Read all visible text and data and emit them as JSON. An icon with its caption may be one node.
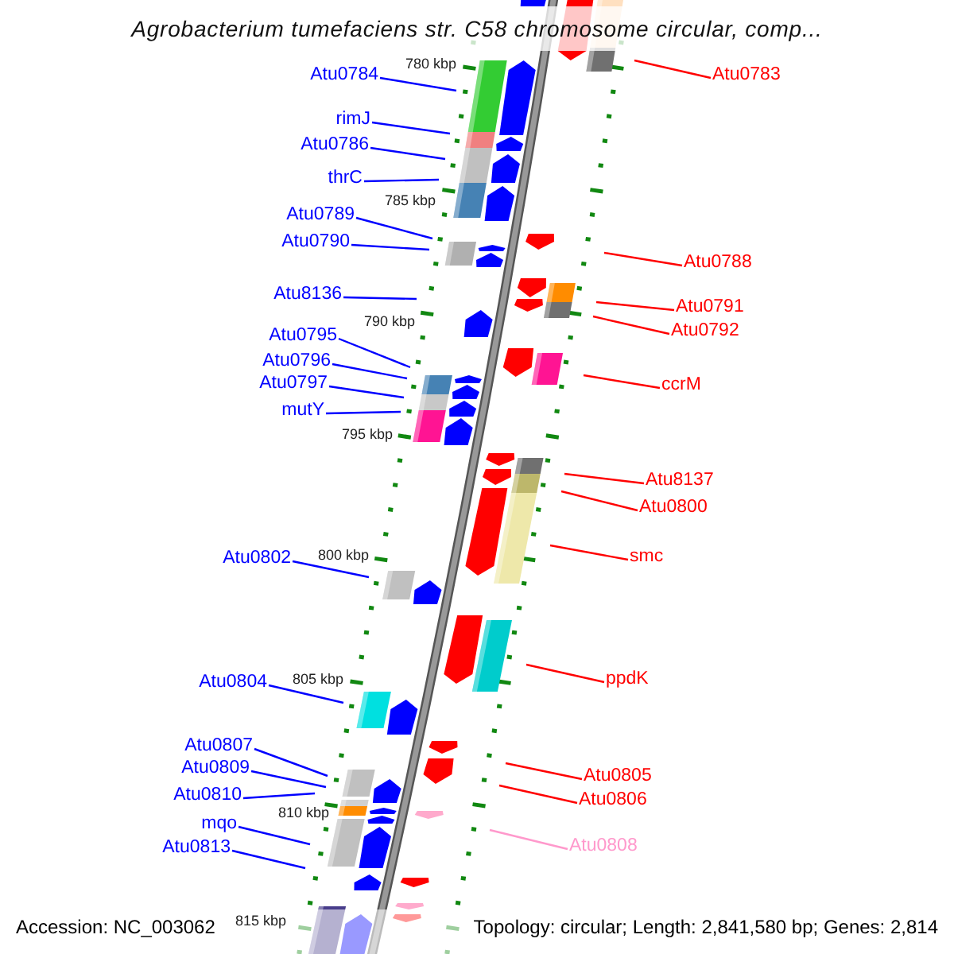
{
  "diagram": {
    "title": "Agrobacterium tumefaciens str. C58 chromosome circular, comp...",
    "nodes": [
      {
        "text": [
          "Atu0784"
        ]
      },
      {
        "text": [
          "rimJ"
        ]
      },
      {
        "text": [
          "Atu0786"
        ]
      },
      {
        "text": [
          "thrC"
        ]
      },
      {
        "text": [
          "Atu0789"
        ]
      },
      {
        "text": [
          "Atu0790"
        ]
      },
      {
        "text": [
          "Atu8136"
        ]
      },
      {
        "text": [
          "Atu0795"
        ]
      },
      {
        "text": [
          "Atu0796"
        ]
      },
      {
        "text": [
          "Atu0797"
        ]
      },
      {
        "text": [
          "mutY"
        ]
      },
      {
        "text": [
          "Atu0802"
        ]
      },
      {
        "text": [
          "Atu0804"
        ]
      },
      {
        "text": [
          "Atu0807"
        ]
      },
      {
        "text": [
          "Atu0809"
        ]
      },
      {
        "text": [
          "Atu0810"
        ]
      },
      {
        "text": [
          "mqo"
        ]
      },
      {
        "text": [
          "Atu0813"
        ]
      },
      {
        "text": [
          "Atu0783"
        ]
      },
      {
        "text": [
          "Atu0788"
        ]
      },
      {
        "text": [
          "Atu0791"
        ]
      },
      {
        "text": [
          "Atu0792"
        ]
      },
      {
        "text": [
          "ccrM"
        ]
      },
      {
        "text": [
          "Atu8137"
        ]
      },
      {
        "text": [
          "Atu0800"
        ]
      },
      {
        "text": [
          "smc"
        ]
      },
      {
        "text": [
          "ppdK"
        ]
      },
      {
        "text": [
          "Atu0805"
        ]
      },
      {
        "text": [
          "Atu0806"
        ]
      },
      {
        "text": [
          "Atu0808"
        ]
      }
    ],
    "edges": [
      {
        "from": 0,
        "to": null,
        "arrow": "none"
      },
      {
        "from": 1,
        "to": null,
        "arrow": "none"
      },
      {
        "from": 2,
        "to": null,
        "arrow": "none"
      },
      {
        "from": 3,
        "to": null,
        "arrow": "none"
      },
      {
        "from": 4,
        "to": null,
        "arrow": "none"
      },
      {
        "from": 5,
        "to": null,
        "arrow": "none"
      },
      {
        "from": 6,
        "to": null,
        "arrow": "none"
      },
      {
        "from": 7,
        "to": null,
        "arrow": "none"
      },
      {
        "from": 8,
        "to": null,
        "arrow": "none"
      },
      {
        "from": 9,
        "to": null,
        "arrow": "none"
      },
      {
        "from": 10,
        "to": null,
        "arrow": "none"
      },
      {
        "from": 11,
        "to": null,
        "arrow": "none"
      },
      {
        "from": 12,
        "to": null,
        "arrow": "none"
      },
      {
        "from": 13,
        "to": null,
        "arrow": "none"
      },
      {
        "from": 14,
        "to": null,
        "arrow": "none"
      },
      {
        "from": 15,
        "to": null,
        "arrow": "none"
      },
      {
        "from": 16,
        "to": null,
        "arrow": "none"
      },
      {
        "from": 17,
        "to": null,
        "arrow": "none"
      },
      {
        "from": 18,
        "to": null,
        "arrow": "none",
        "color": "#ff0000"
      },
      {
        "from": 19,
        "to": null,
        "arrow": "none",
        "color": "#ff0000"
      },
      {
        "from": 20,
        "to": null,
        "arrow": "none",
        "color": "#ff0000"
      },
      {
        "from": 21,
        "to": null,
        "arrow": "none",
        "color": "#ff0000"
      },
      {
        "from": 22,
        "to": null,
        "arrow": "none",
        "color": "#ff0000"
      },
      {
        "from": 23,
        "to": null,
        "arrow": "none",
        "color": "#ff0000"
      },
      {
        "from": 24,
        "to": null,
        "arrow": "none",
        "color": "#ff0000"
      },
      {
        "from": 25,
        "to": null,
        "arrow": "none",
        "color": "#ff0000"
      },
      {
        "from": 26,
        "to": null,
        "arrow": "none",
        "color": "#ff0000"
      },
      {
        "from": 27,
        "to": null,
        "arrow": "none",
        "color": "#ff0000"
      },
      {
        "from": 28,
        "to": null,
        "arrow": "none",
        "color": "#ff0000"
      },
      {
        "from": 29,
        "to": null,
        "arrow": "none",
        "color": "#ff99cc"
      }
    ],
    "labels": [
      "780 kbp",
      "785 kbp",
      "790 kbp",
      "795 kbp",
      "800 kbp",
      "805 kbp",
      "810 kbp",
      "815 kbp",
      "Accession: NC_003062",
      "Topology: circular; Length: 2,841,580 bp; Genes: 2,814"
    ]
  }
}
